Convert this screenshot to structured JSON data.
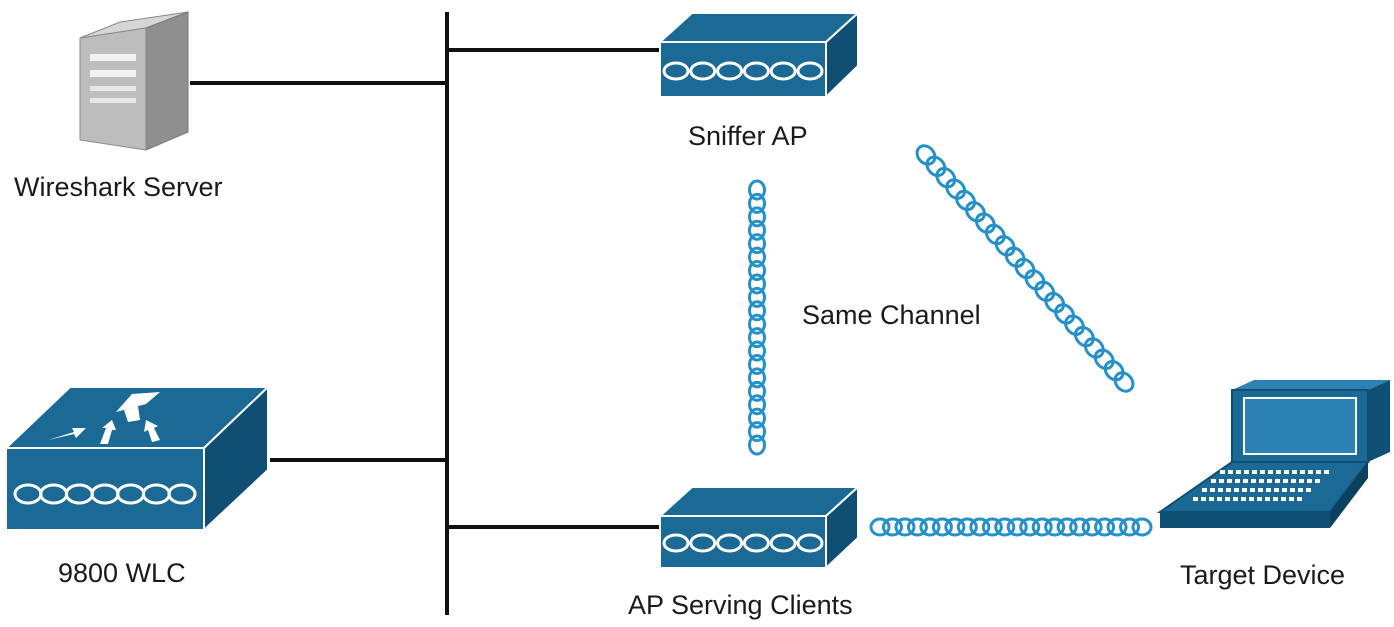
{
  "diagram": {
    "labels": {
      "wireshark_server": "Wireshark Server",
      "wlc": "9800 WLC",
      "sniffer_ap": "Sniffer AP",
      "serving_ap": "AP Serving Clients",
      "target_device": "Target Device",
      "same_channel": "Same Channel"
    },
    "nodes": [
      {
        "id": "wireshark-server",
        "icon": "server-tower-icon"
      },
      {
        "id": "wlc",
        "icon": "wireless-lan-controller-icon"
      },
      {
        "id": "sniffer-ap",
        "icon": "access-point-icon"
      },
      {
        "id": "serving-ap",
        "icon": "access-point-icon"
      },
      {
        "id": "target-device",
        "icon": "laptop-icon"
      }
    ],
    "wired_links": [
      {
        "from": "wireshark-server",
        "to": "backbone"
      },
      {
        "from": "wlc",
        "to": "backbone"
      },
      {
        "from": "sniffer-ap",
        "to": "backbone"
      },
      {
        "from": "serving-ap",
        "to": "backbone"
      }
    ],
    "wireless_links": [
      {
        "from": "sniffer-ap",
        "to": "serving-ap"
      },
      {
        "from": "sniffer-ap",
        "to": "target-device"
      },
      {
        "from": "serving-ap",
        "to": "target-device"
      }
    ],
    "colors": {
      "device_blue": "#1b6a96",
      "device_dark": "#0f4f74",
      "device_light": "#2b82b3",
      "wireless_blue": "#2590c9",
      "wire": "#111111",
      "server_gray": "#9a9a9a"
    }
  }
}
